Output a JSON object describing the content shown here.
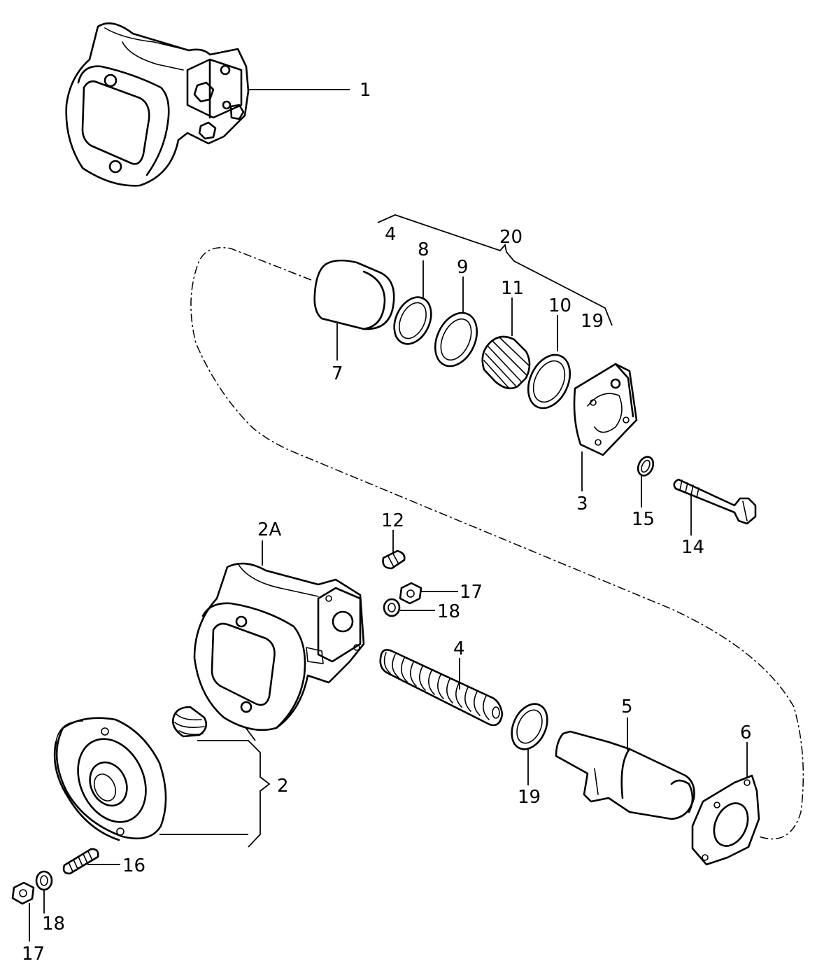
{
  "callouts": {
    "c1": "1",
    "c2": "2",
    "c2a": "2A",
    "c3": "3",
    "c4_top": "4",
    "c4": "4",
    "c5": "5",
    "c6": "6",
    "c7": "7",
    "c8": "8",
    "c9": "9",
    "c10": "10",
    "c11": "11",
    "c12": "12",
    "c14": "14",
    "c15": "15",
    "c16": "16",
    "c17a": "17",
    "c17b": "17",
    "c18a": "18",
    "c18b": "18",
    "c19_top": "19",
    "c19": "19",
    "c20": "20"
  }
}
